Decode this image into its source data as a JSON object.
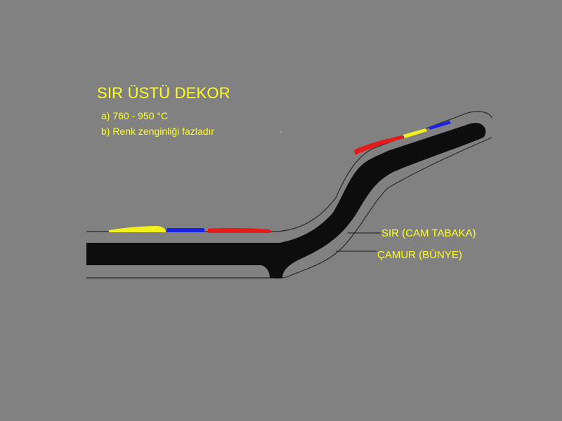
{
  "title": "SIR ÜSTÜ DEKOR",
  "notes": {
    "a": "a) 760 - 950 °C",
    "b": "b) Renk zenginliği fazladır"
  },
  "labels": {
    "glaze": "SIR (CAM TABAKA)",
    "body": "ÇAMUR (BÜNYE)"
  },
  "colors": {
    "background": "#818181",
    "body": "#0d0d0d",
    "outline": "#2a2a2a",
    "text": "#ffff22",
    "decor_yellow": "#f2f21a",
    "decor_blue": "#1a22e6",
    "decor_red": "#e61a1a"
  }
}
